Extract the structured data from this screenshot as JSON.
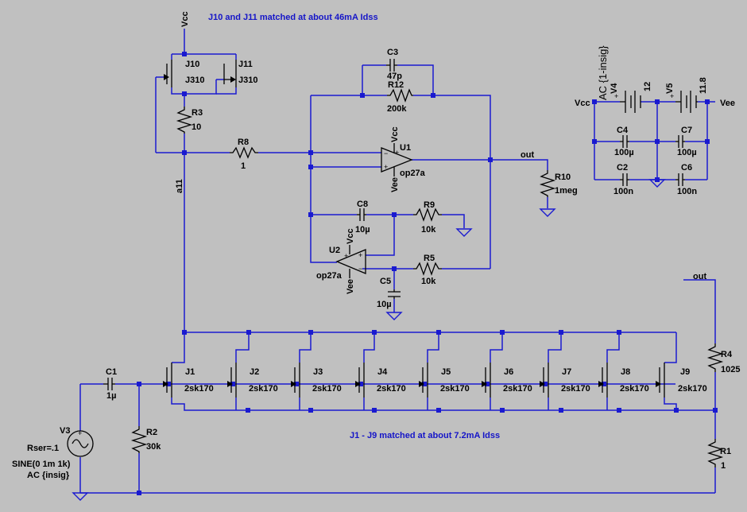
{
  "notes": {
    "top": "J10 and J11 matched at about 46mA Idss",
    "bottom": "J1 - J9 matched at about 7.2mA Idss"
  },
  "nets": {
    "vcc": "Vcc",
    "vee": "Vee",
    "out": "out",
    "a11": "a11"
  },
  "components": {
    "j10": {
      "ref": "J10",
      "value": "J310"
    },
    "j11": {
      "ref": "J11",
      "value": "J310"
    },
    "r3": {
      "ref": "R3",
      "value": "10"
    },
    "r8": {
      "ref": "R8",
      "value": "1"
    },
    "c3": {
      "ref": "C3",
      "value": "47p"
    },
    "r12": {
      "ref": "R12",
      "value": "200k"
    },
    "u1": {
      "ref": "U1",
      "value": "op27a"
    },
    "r10": {
      "ref": "R10",
      "value": "1meg"
    },
    "c8": {
      "ref": "C8",
      "value": "10µ"
    },
    "r9": {
      "ref": "R9",
      "value": "10k"
    },
    "u2": {
      "ref": "U2",
      "value": "op27a"
    },
    "r5": {
      "ref": "R5",
      "value": "10k"
    },
    "c5": {
      "ref": "C5",
      "value": "10µ"
    },
    "v4": {
      "ref": "V4",
      "value": "12",
      "extra": "AC {1-insig}"
    },
    "v5": {
      "ref": "V5",
      "value": "11.8"
    },
    "c4": {
      "ref": "C4",
      "value": "100µ"
    },
    "c7": {
      "ref": "C7",
      "value": "100µ"
    },
    "c2": {
      "ref": "C2",
      "value": "100n"
    },
    "c6": {
      "ref": "C6",
      "value": "100n"
    },
    "c1": {
      "ref": "C1",
      "value": "1µ"
    },
    "r2": {
      "ref": "R2",
      "value": "30k"
    },
    "v3": {
      "ref": "V3",
      "rser": "Rser=.1",
      "sine": "SINE(0 1m 1k)",
      "ac": "AC {insig}"
    },
    "r4": {
      "ref": "R4",
      "value": "1025"
    },
    "r1": {
      "ref": "R1",
      "value": "1"
    },
    "jfet_array": {
      "value": "2sk170",
      "refs": [
        "J1",
        "J2",
        "J3",
        "J4",
        "J5",
        "J6",
        "J7",
        "J8",
        "J9"
      ]
    }
  }
}
